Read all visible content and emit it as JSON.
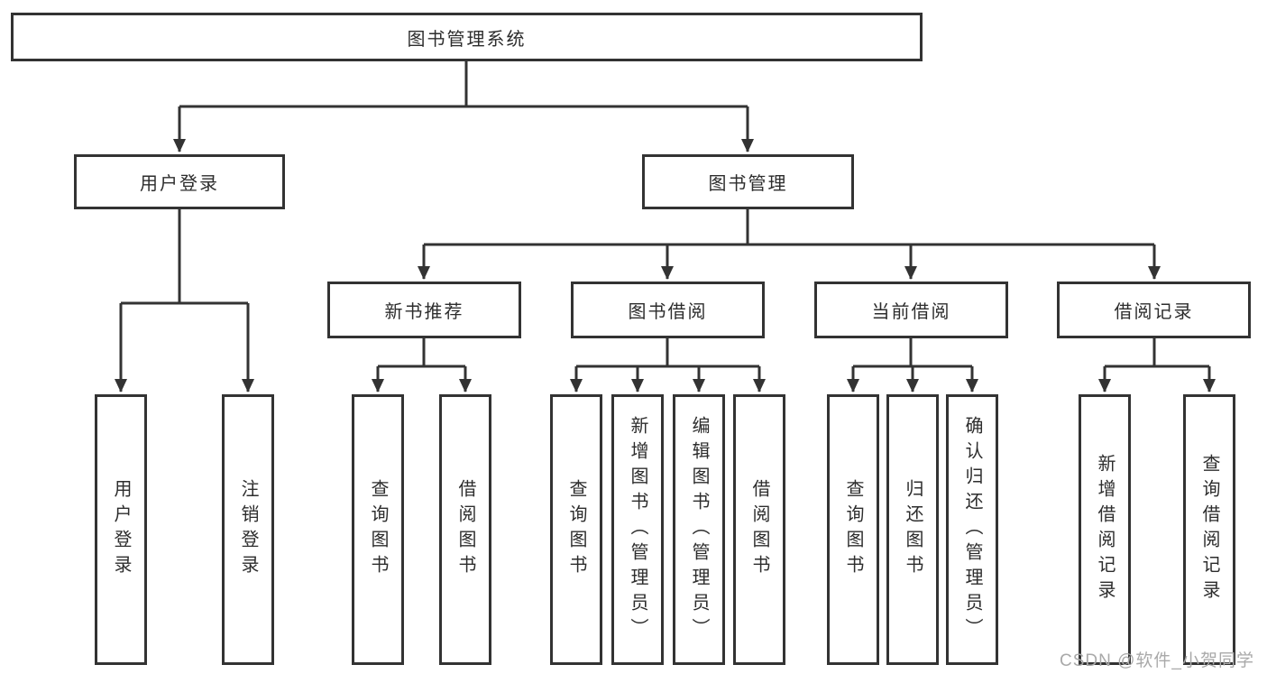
{
  "diagram_title": "图书管理系统",
  "colors": {
    "line": "#333333",
    "box_border": "#333333",
    "box_fill": "#ffffff",
    "text": "#2d2d2d",
    "watermark": "#a9a9a9",
    "background": "#ffffff"
  },
  "root": {
    "label": "图书管理系统"
  },
  "level2": [
    {
      "id": "user-login",
      "label": "用户登录"
    },
    {
      "id": "book-management",
      "label": "图书管理"
    }
  ],
  "level3": [
    {
      "id": "new-book-recommend",
      "label": "新书推荐"
    },
    {
      "id": "book-borrowing",
      "label": "图书借阅"
    },
    {
      "id": "current-borrowing",
      "label": "当前借阅"
    },
    {
      "id": "borrowing-records",
      "label": "借阅记录"
    }
  ],
  "leaves": [
    {
      "id": "user-login-leaf",
      "label": "用户登录"
    },
    {
      "id": "logout",
      "label": "注销登录"
    },
    {
      "id": "query-books-recommend",
      "label": "查询图书"
    },
    {
      "id": "borrow-books-recommend",
      "label": "借阅图书"
    },
    {
      "id": "query-books-borrowing",
      "label": "查询图书"
    },
    {
      "id": "add-book-admin",
      "label": "新增图书（管理员）"
    },
    {
      "id": "edit-book-admin",
      "label": "编辑图书（管理员）"
    },
    {
      "id": "borrow-books-borrowing",
      "label": "借阅图书"
    },
    {
      "id": "query-books-current",
      "label": "查询图书"
    },
    {
      "id": "return-book",
      "label": "归还图书"
    },
    {
      "id": "confirm-return-admin",
      "label": "确认归还（管理员）"
    },
    {
      "id": "add-borrow-record",
      "label": "新增借阅记录"
    },
    {
      "id": "query-borrow-record",
      "label": "查询借阅记录"
    }
  ],
  "watermark": {
    "text": "CSDN @软件_小贺同学"
  }
}
